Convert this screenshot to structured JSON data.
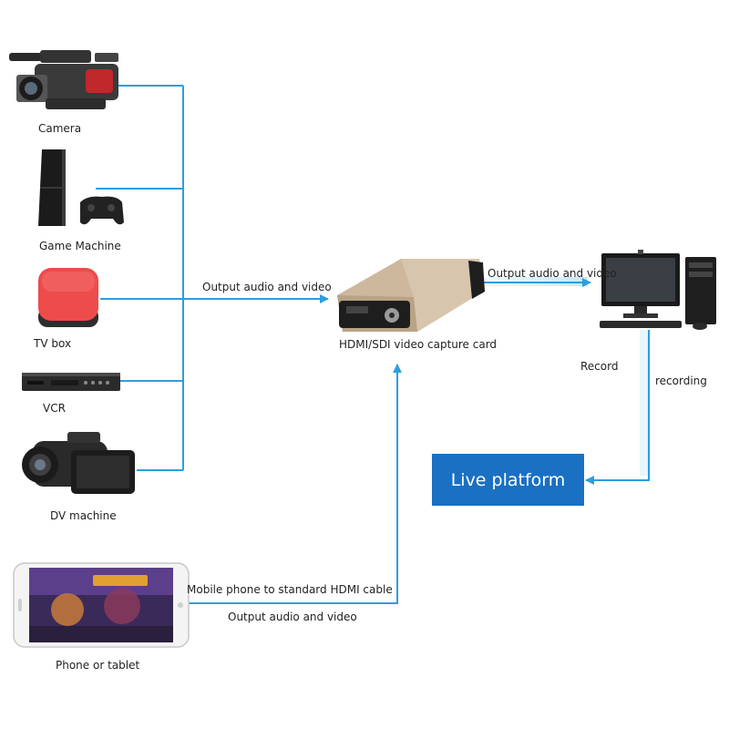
{
  "colors": {
    "line": "#2a9fdf",
    "live_bg": "#1a70c2",
    "card_body": "#c9b49a"
  },
  "sources": {
    "camera": "Camera",
    "game": "Game Machine",
    "tvbox": "TV box",
    "vcr": "VCR",
    "dv": "DV machine",
    "phone": "Phone or tablet"
  },
  "edges": {
    "left_output": "Output audio and video",
    "right_output": "Output audio and video",
    "phone_cable": "Mobile phone to standard HDMI cable",
    "phone_output": "Output audio and video",
    "record": "Record",
    "recording": "recording"
  },
  "capture_card": "HDMI/SDI video capture card",
  "live_platform": "Live platform",
  "icons": [
    "camera-icon",
    "game-console-icon",
    "tv-box-icon",
    "vcr-icon",
    "camcorder-icon",
    "phone-icon",
    "capture-card-icon",
    "computer-icon"
  ]
}
